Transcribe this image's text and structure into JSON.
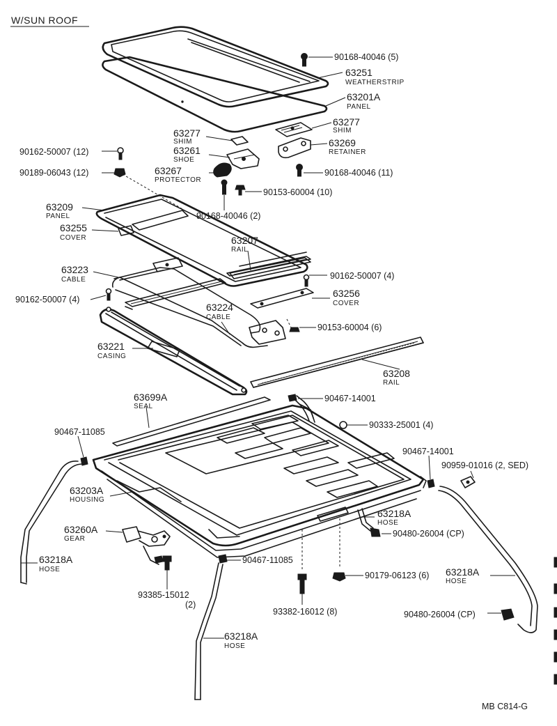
{
  "title": "W/SUN  ROOF",
  "code": "MB  C814-G",
  "parts": {
    "p63251": {
      "number": "63251",
      "name": "WEATHERSTRIP"
    },
    "p63201A": {
      "number": "63201A",
      "name": "PANEL"
    },
    "p63277a": {
      "number": "63277",
      "name": "SHIM"
    },
    "p63277b": {
      "number": "63277",
      "name": "SHIM"
    },
    "p63261": {
      "number": "63261",
      "name": "SHOE"
    },
    "p63269": {
      "number": "63269",
      "name": "RETAINER"
    },
    "p63267": {
      "number": "63267",
      "name": "PROTECTOR"
    },
    "p63209": {
      "number": "63209",
      "name": "PANEL"
    },
    "p63255": {
      "number": "63255",
      "name": "COVER"
    },
    "p63207": {
      "number": "63207",
      "name": "RAIL"
    },
    "p63223": {
      "number": "63223",
      "name": "CABLE"
    },
    "p63256": {
      "number": "63256",
      "name": "COVER"
    },
    "p63224": {
      "number": "63224",
      "name": "CABLE"
    },
    "p63221": {
      "number": "63221",
      "name": "CASING"
    },
    "p63208": {
      "number": "63208",
      "name": "RAIL"
    },
    "p63699A": {
      "number": "63699A",
      "name": "SEAL"
    },
    "p63203A": {
      "number": "63203A",
      "name": "HOUSING"
    },
    "p63260A": {
      "number": "63260A",
      "name": "GEAR"
    },
    "p63218A_left": {
      "number": "63218A",
      "name": "HOSE"
    },
    "p63218A_mid": {
      "number": "63218A",
      "name": "HOSE"
    },
    "p63218A_right": {
      "number": "63218A",
      "name": "HOSE"
    },
    "p63218A_bottom": {
      "number": "63218A",
      "name": "HOSE"
    }
  },
  "fasteners": {
    "f1": "90168-40046 (5)",
    "f2": "90162-50007 (12)",
    "f3": "90189-06043 (12)",
    "f4": "90168-40046 (11)",
    "f5": "90153-60004 (10)",
    "f6": "90168-40046 (2)",
    "f7": "90162-50007 (4)",
    "f8": "90162-50007 (4)",
    "f9": "90153-60004 (6)",
    "f10": "90467-14001",
    "f11": "90333-25001 (4)",
    "f12": "90467-11085",
    "f13": "90467-14001",
    "f14": "90959-01016 (2, SED)",
    "f15": "90480-26004 (CP)",
    "f16": "90467-11085",
    "f17": "90179-06123 (6)",
    "f18": "93385-15012",
    "f18q": "(2)",
    "f19": "93382-16012 (8)",
    "f20": "90480-26004 (CP)"
  }
}
